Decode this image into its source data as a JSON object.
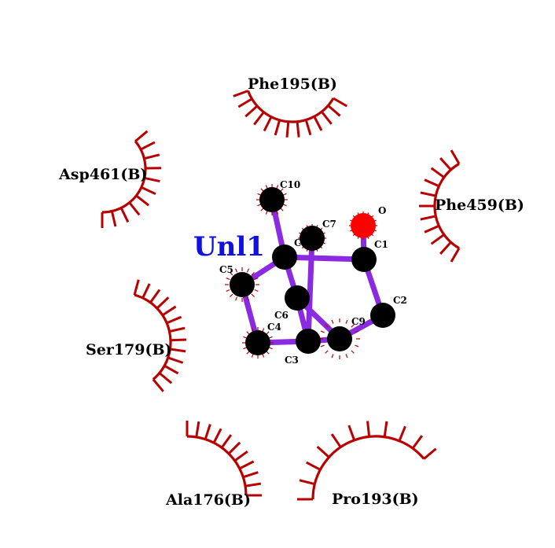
{
  "ligand": {
    "name": "Unl1",
    "name_color": "#1010e0",
    "bond_color": "#8a2be2",
    "atom_color": "#000000",
    "oxygen_color": "#ff0000",
    "atoms": [
      {
        "id": "C10",
        "label": "C10",
        "element": "C"
      },
      {
        "id": "C7",
        "label": "C7",
        "element": "C"
      },
      {
        "id": "O",
        "label": "O",
        "element": "O"
      },
      {
        "id": "C8",
        "label": "C",
        "element": "C"
      },
      {
        "id": "C1",
        "label": "C1",
        "element": "C"
      },
      {
        "id": "C5",
        "label": "C5",
        "element": "C"
      },
      {
        "id": "C6",
        "label": "C6",
        "element": "C"
      },
      {
        "id": "C2",
        "label": "C2",
        "element": "C"
      },
      {
        "id": "C4",
        "label": "C4",
        "element": "C"
      },
      {
        "id": "C3",
        "label": "C3",
        "element": "C"
      },
      {
        "id": "C9",
        "label": "C9",
        "element": "C"
      }
    ],
    "bonds": [
      [
        "C10",
        "C8"
      ],
      [
        "C8",
        "C1"
      ],
      [
        "C8",
        "C5"
      ],
      [
        "C8",
        "C6"
      ],
      [
        "C7",
        "C3"
      ],
      [
        "O",
        "C1"
      ],
      [
        "C1",
        "C2"
      ],
      [
        "C2",
        "C9"
      ],
      [
        "C5",
        "C4"
      ],
      [
        "C4",
        "C3"
      ],
      [
        "C6",
        "C3"
      ],
      [
        "C6",
        "C9"
      ],
      [
        "C3",
        "C9"
      ]
    ]
  },
  "residues": [
    {
      "id": "phe195",
      "label": "Phe195(B)"
    },
    {
      "id": "asp461",
      "label": "Asp461(B)"
    },
    {
      "id": "phe459",
      "label": "Phe459(B)"
    },
    {
      "id": "ser179",
      "label": "Ser179(B)"
    },
    {
      "id": "ala176",
      "label": "Ala176(B)"
    },
    {
      "id": "pro193",
      "label": "Pro193(B)"
    }
  ],
  "hydrophobic_color": "#b80000"
}
